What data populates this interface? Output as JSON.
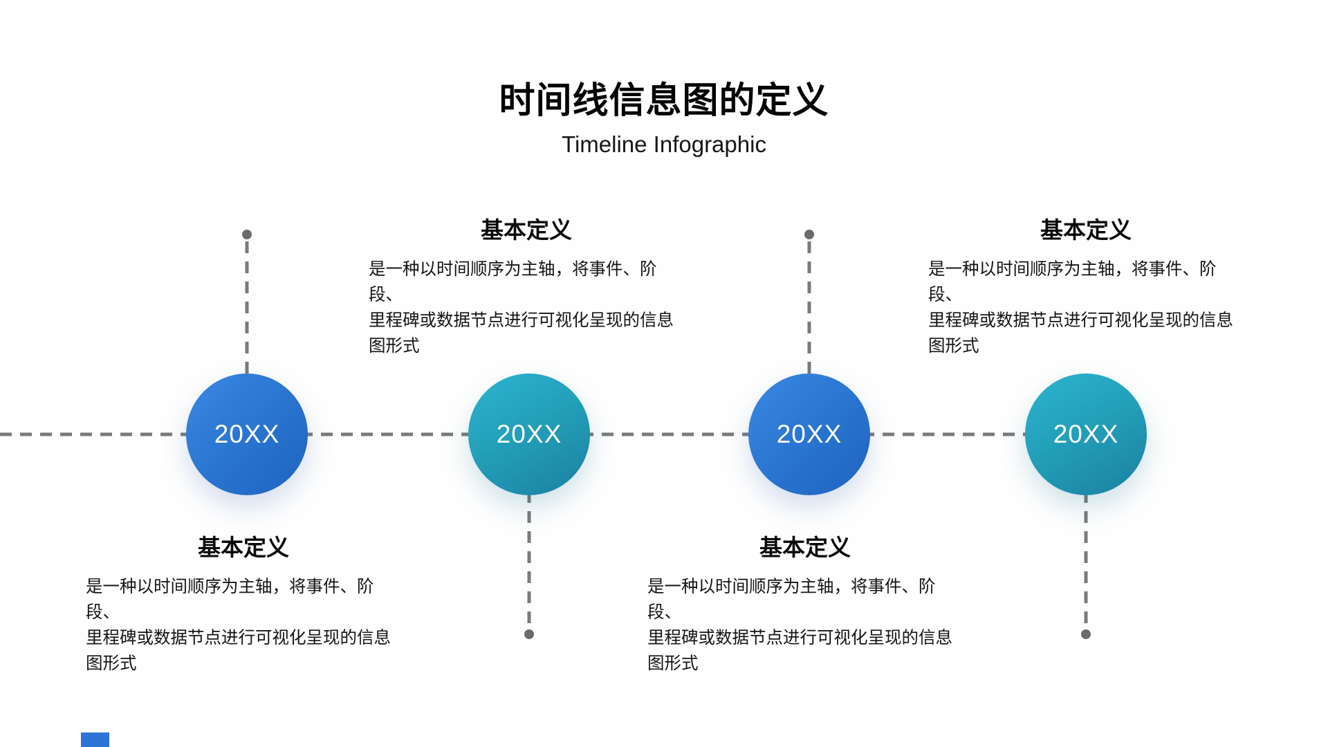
{
  "page": {
    "title": "时间线信息图的定义",
    "subtitle": "Timeline Infographic"
  },
  "timeline": {
    "axis_color": "#7a7a7a",
    "dot_color": "#6b6b6b",
    "node_blue_start": "#3a89e3",
    "node_blue_end": "#1e63bf",
    "node_teal_start": "#2cb4d0",
    "node_teal_end": "#1b80a1",
    "nodes": [
      {
        "year": "20XX",
        "theme": "blue",
        "entry_position": "below"
      },
      {
        "year": "20XX",
        "theme": "teal",
        "entry_position": "above"
      },
      {
        "year": "20XX",
        "theme": "blue",
        "entry_position": "below"
      },
      {
        "year": "20XX",
        "theme": "teal",
        "entry_position": "above"
      }
    ],
    "entries": [
      {
        "heading": "基本定义",
        "body": "是一种以时间顺序为主轴，将事件、阶段、\n里程碑或数据节点进行可视化呈现的信息\n图形式"
      },
      {
        "heading": "基本定义",
        "body": "是一种以时间顺序为主轴，将事件、阶段、\n里程碑或数据节点进行可视化呈现的信息\n图形式"
      },
      {
        "heading": "基本定义",
        "body": "是一种以时间顺序为主轴，将事件、阶段、\n里程碑或数据节点进行可视化呈现的信息\n图形式"
      },
      {
        "heading": "基本定义",
        "body": "是一种以时间顺序为主轴，将事件、阶段、\n里程碑或数据节点进行可视化呈现的信息\n图形式"
      }
    ]
  },
  "decor": {
    "corner_color": "#2e74d6"
  }
}
